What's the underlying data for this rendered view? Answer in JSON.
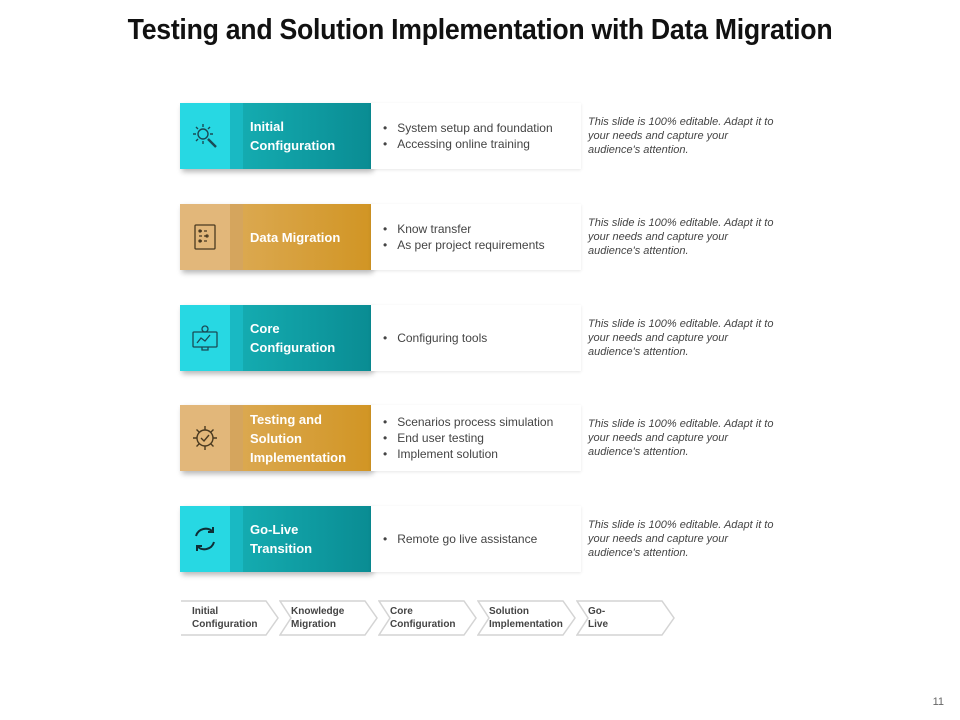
{
  "title": "Testing and Solution Implementation with Data Migration",
  "steps": [
    {
      "label": "Initial\nConfiguration",
      "theme": "teal",
      "icon": "gear-wrench-icon",
      "bullets": [
        "System setup and foundation",
        "Accessing online training"
      ],
      "description": "This slide is 100% editable. Adapt it to your needs and capture your audience's attention."
    },
    {
      "label": "Data Migration",
      "theme": "gold",
      "icon": "data-transfer-document-icon",
      "bullets": [
        "Know transfer",
        "As per project requirements"
      ],
      "description": "This slide is 100% editable. Adapt it to your needs and capture your audience's attention."
    },
    {
      "label": "Core\nConfiguration",
      "theme": "teal",
      "icon": "dashboard-settings-icon",
      "bullets": [
        "Configuring tools"
      ],
      "description": "This slide is 100% editable. Adapt it to your needs and capture your audience's attention."
    },
    {
      "label": "Testing and\nSolution\nImplementation",
      "theme": "gold",
      "icon": "gear-check-icon",
      "bullets": [
        "Scenarios process simulation",
        "End user testing",
        "Implement solution"
      ],
      "description": "This slide is 100% editable. Adapt it to your needs and capture your audience's attention."
    },
    {
      "label": "Go-Live\nTransition",
      "theme": "teal",
      "icon": "refresh-cycle-icon",
      "bullets": [
        "Remote go live assistance"
      ],
      "description": "This slide is 100% editable. Adapt it to your needs and capture your audience's attention."
    }
  ],
  "process": [
    "Initial\nConfiguration",
    "Knowledge\nMigration",
    "Core\nConfiguration",
    "Solution\nImplementation",
    "Go-Live"
  ],
  "colors": {
    "teal": "#0a8c93",
    "teal_light": "#27d8e3",
    "gold": "#d19524",
    "gold_light": "#e2b77a"
  },
  "page_number": "11"
}
